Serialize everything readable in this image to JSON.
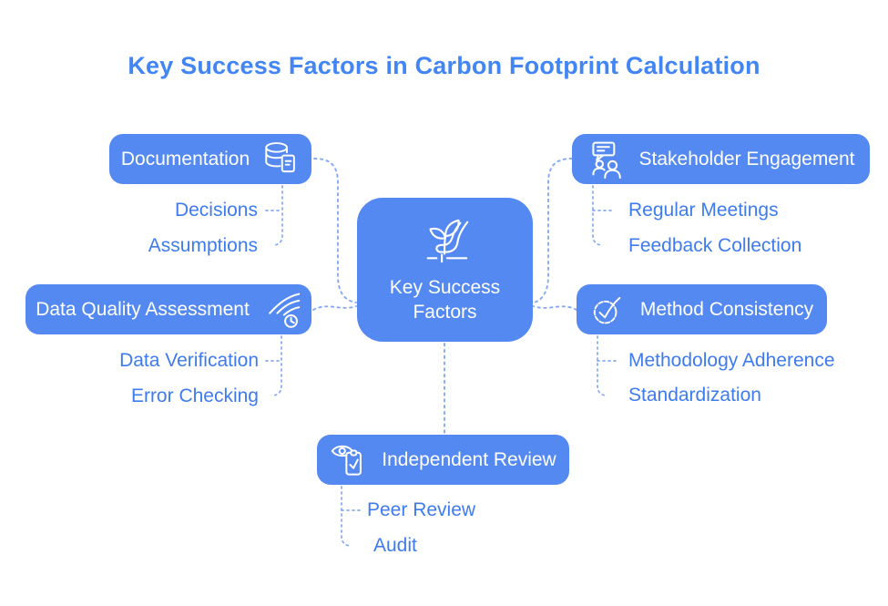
{
  "title": "Key Success Factors in Carbon Footprint Calculation",
  "colors": {
    "title_text": "#4285F4",
    "node_fill": "#5589F2",
    "node_text": "#FFFFFF",
    "child_text": "#3E7BEE",
    "connector": "#85AAF3"
  },
  "center_node": {
    "label": "Key Success Factors",
    "icon": "carbon-footprint-sprout-icon"
  },
  "branches": [
    {
      "label": "Documentation",
      "icon": "database-document-icon",
      "children": [
        "Decisions",
        "Assumptions"
      ]
    },
    {
      "label": "Stakeholder Engagement",
      "icon": "discussion-people-icon",
      "children": [
        "Regular Meetings",
        "Feedback Collection"
      ]
    },
    {
      "label": "Data Quality Assessment",
      "icon": "speed-lines-clock-icon",
      "children": [
        "Data Verification",
        "Error Checking"
      ]
    },
    {
      "label": "Method Consistency",
      "icon": "certified-badge-check-icon",
      "children": [
        "Methodology Adherence",
        "Standardization"
      ]
    },
    {
      "label": "Independent Review",
      "icon": "eye-clipboard-check-icon",
      "children": [
        "Peer Review",
        "Audit"
      ]
    }
  ]
}
